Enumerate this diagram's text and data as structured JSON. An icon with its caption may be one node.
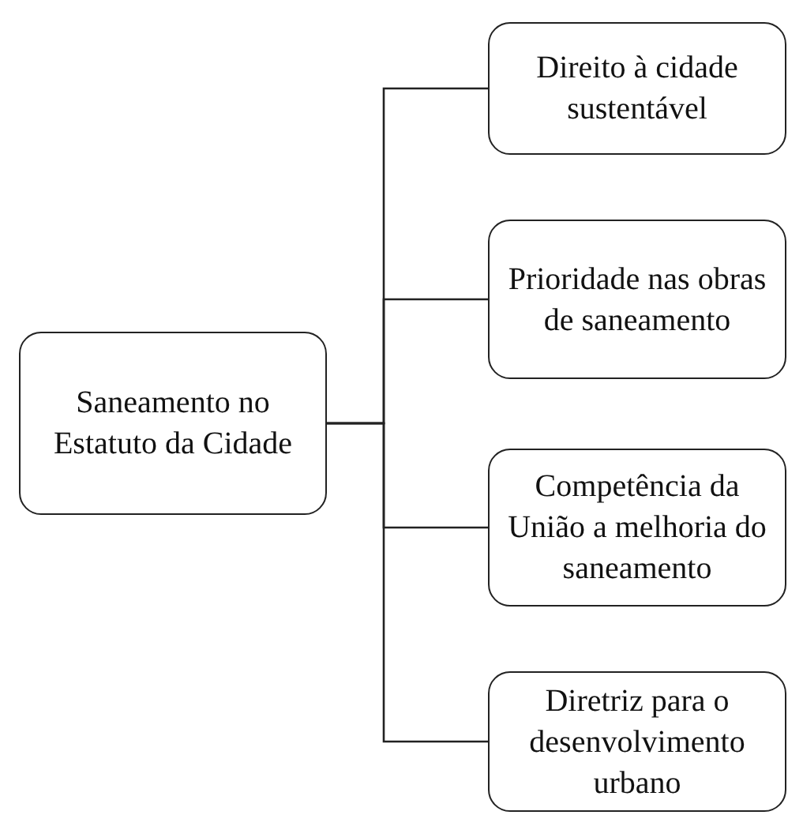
{
  "diagram": {
    "nodes": [
      {
        "text": [
          "Saneamento no Estatuto da Cidade"
        ]
      },
      {
        "text": [
          "Direito à cidade sustentável"
        ]
      },
      {
        "text": [
          "Prioridade nas obras de saneamento"
        ]
      },
      {
        "text": [
          "Competência da União a melhoria do saneamento"
        ]
      },
      {
        "text": [
          "Diretriz para o desenvolvimento urbano"
        ]
      }
    ],
    "edges": [
      {
        "from": 0,
        "to": 1,
        "arrow": "none"
      },
      {
        "from": 0,
        "to": 2,
        "arrow": "none"
      },
      {
        "from": 0,
        "to": 3,
        "arrow": "none"
      },
      {
        "from": 0,
        "to": 4,
        "arrow": "none"
      }
    ]
  }
}
